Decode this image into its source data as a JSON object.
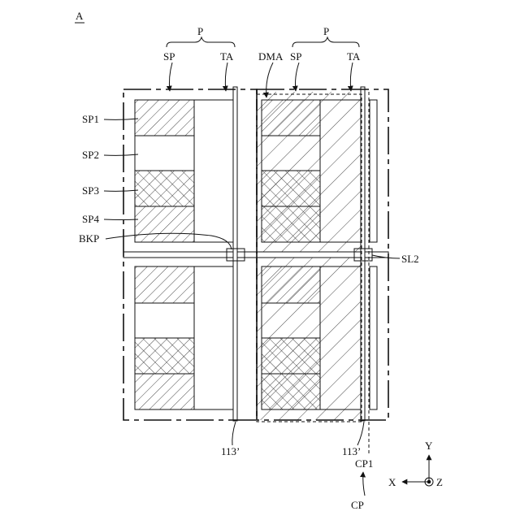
{
  "figure": {
    "panel_label": "A"
  },
  "labels": {
    "p_left": "P",
    "p_right": "P",
    "sp_left": "SP",
    "ta_left": "TA",
    "dma": "DMA",
    "sp_right": "SP",
    "ta_right": "TA",
    "sp1": "SP1",
    "sp2": "SP2",
    "sp3": "SP3",
    "sp4": "SP4",
    "bkp": "BKP",
    "sl2": "SL2",
    "ref_113_left": "113’",
    "ref_113_right": "113’",
    "cp1": "CP1",
    "cp": "CP"
  },
  "axes": {
    "y": "Y",
    "x": "X",
    "z": "Z"
  }
}
